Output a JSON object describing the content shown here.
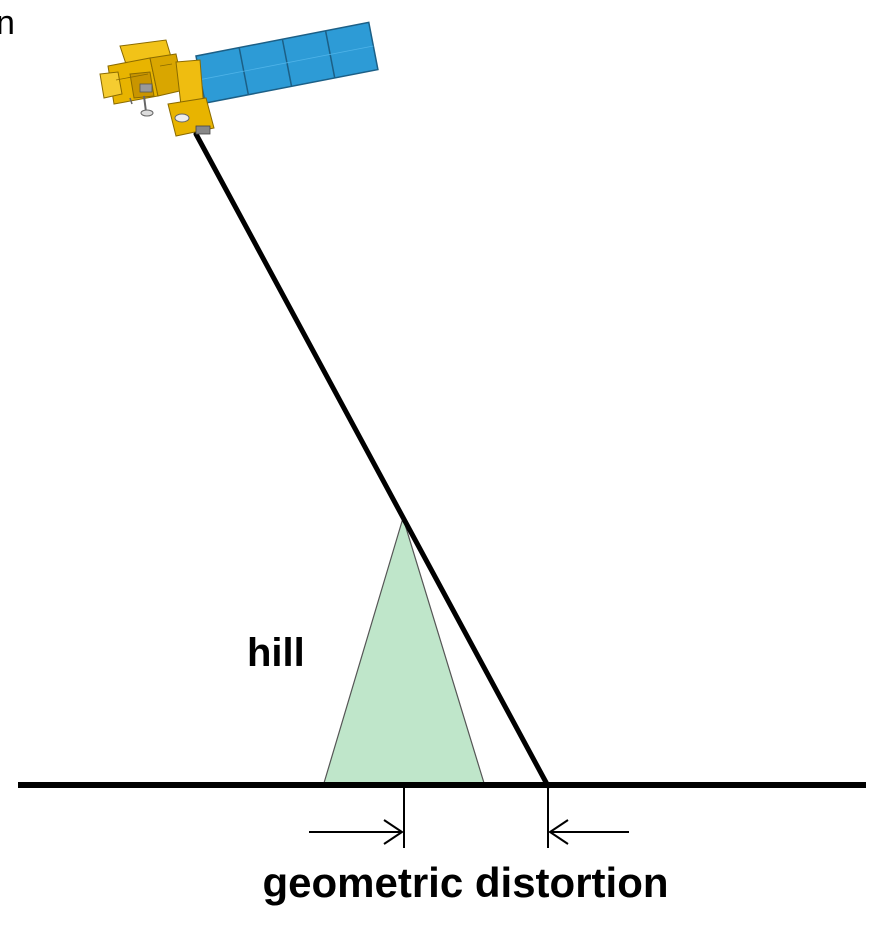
{
  "corner_text": "n",
  "hill_label": "hill",
  "caption": "geometric distortion",
  "colors": {
    "hill_fill": "#bfe6ca",
    "panel_blue": "#2d9bd6",
    "satellite_gold": "#e8b400",
    "line": "#000000"
  },
  "icons": [
    "satellite-icon"
  ]
}
